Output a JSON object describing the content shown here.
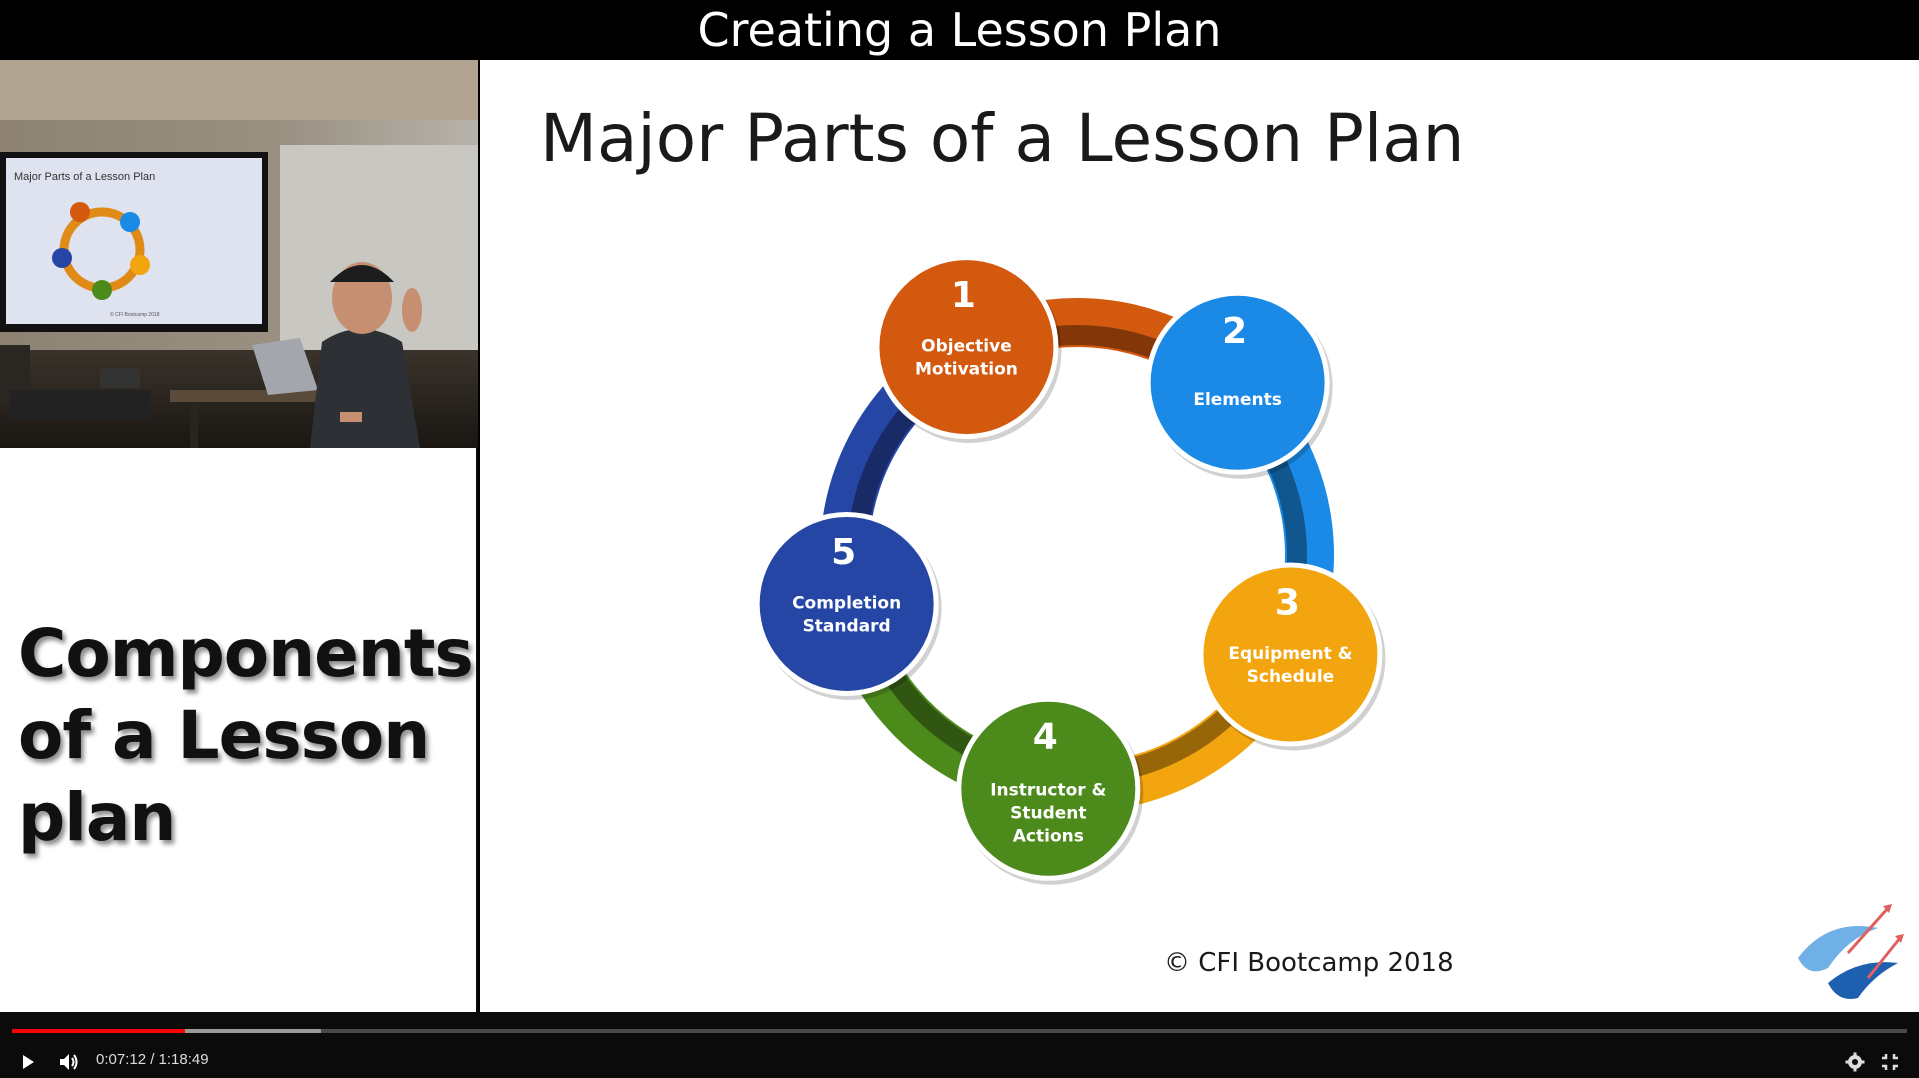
{
  "header": {
    "title": "Creating a Lesson Plan"
  },
  "caption": {
    "text": "Components of a Lesson plan"
  },
  "slide": {
    "title": "Major Parts of a Lesson Plan",
    "copyright": "© CFI Bootcamp 2018",
    "steps": [
      {
        "number": "1",
        "label_lines": [
          "Objective",
          "Motivation"
        ],
        "color": "#d3590f"
      },
      {
        "number": "2",
        "label_lines": [
          "Elements"
        ],
        "color": "#1a8ae6"
      },
      {
        "number": "3",
        "label_lines": [
          "Equipment &",
          "Schedule"
        ],
        "color": "#f3a50f"
      },
      {
        "number": "4",
        "label_lines": [
          "Instructor &",
          "Student",
          "Actions"
        ],
        "color": "#4d8a1c"
      },
      {
        "number": "5",
        "label_lines": [
          "Completion",
          "Standard"
        ],
        "color": "#2646a6"
      }
    ]
  },
  "webcam": {
    "screen_title": "Major Parts of a Lesson Plan",
    "screen_footer": "© CFI Bootcamp 2018"
  },
  "player": {
    "time_display": "0:07:12 / 1:18:49",
    "progress_played": 0.0914,
    "progress_buffered": 0.163,
    "accent_color": "#ff0000",
    "icons": [
      "play-icon",
      "volume-icon",
      "settings-icon",
      "exit-fullscreen-icon"
    ]
  }
}
